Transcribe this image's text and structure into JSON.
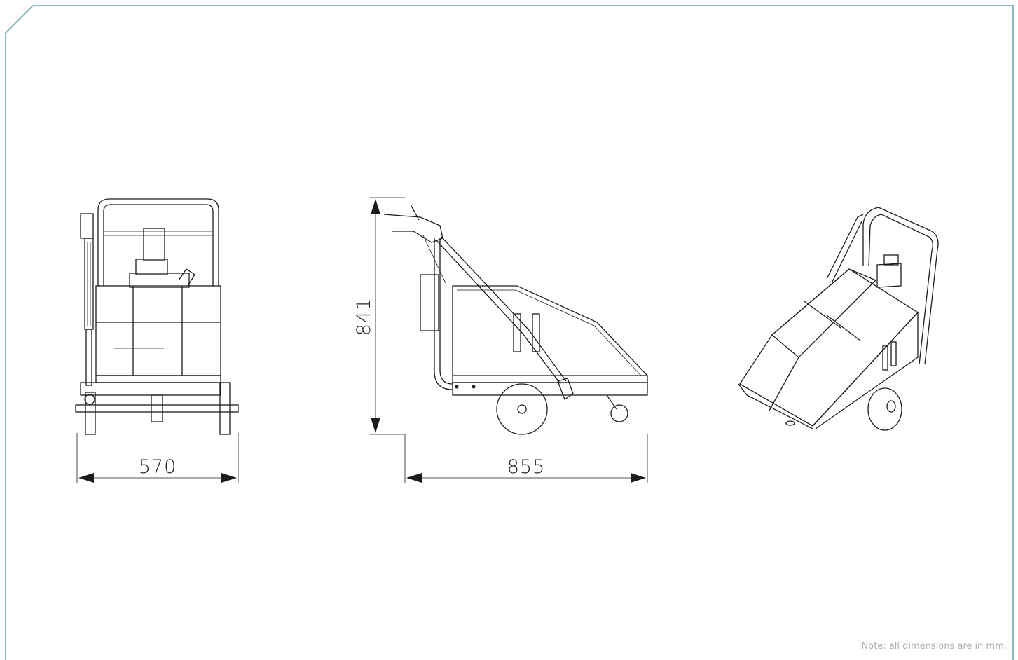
{
  "colors": {
    "frame": "#8ab8c2",
    "line": "#1c1c1c",
    "note": "#a8b0b4"
  },
  "dimensions": {
    "front_width": "570",
    "side_length": "855",
    "side_height": "841"
  },
  "note": "Note: all dimensions are in mm."
}
